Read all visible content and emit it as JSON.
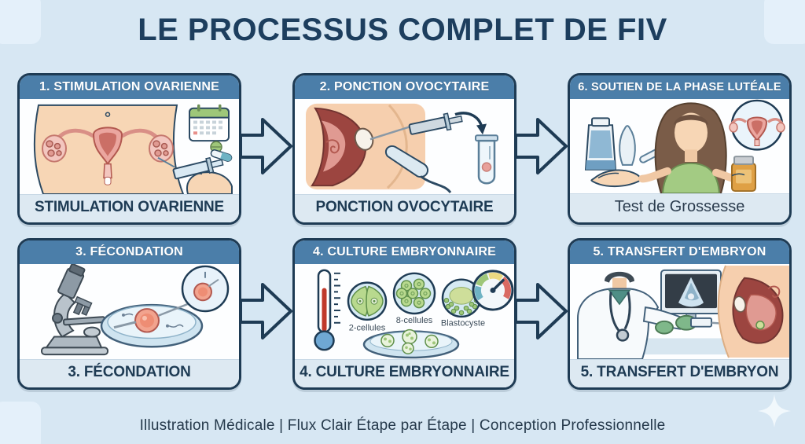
{
  "page": {
    "title": "LE PROCESSUS COMPLET DE FIV",
    "footer": "Illustration Médicale  |  Flux Clair Étape par Étape  |  Conception Professionnelle"
  },
  "colors": {
    "background": "#d7e7f3",
    "panel_header": "#4b7ea9",
    "panel_border": "#1e3b54",
    "caption_bg": "#dde9f2",
    "title_text": "#1d3e5e",
    "arrow_fill": "#d6e7f3"
  },
  "panels": [
    {
      "id": "stimulation",
      "header": "1. STIMULATION OVARIENNE",
      "caption": "STIMULATION OVARIENNE"
    },
    {
      "id": "ponction",
      "header": "2. PONCTION OVOCYTAIRE",
      "caption": "PONCTION OVOCYTAIRE"
    },
    {
      "id": "soutien",
      "header": "6. SOUTIEN DE LA PHASE LUTÉALE",
      "caption": "Test de Grossesse"
    },
    {
      "id": "fecondation",
      "header": "3. FÉCONDATION",
      "caption": "3. FÉCONDATION"
    },
    {
      "id": "culture",
      "header": "4. CULTURE EMBRYONNAIRE",
      "caption": "4. CULTURE EMBRYONNAIRE",
      "stages": [
        "2-cellules",
        "8-cellules",
        "Blastocyste"
      ]
    },
    {
      "id": "transfert",
      "header": "5. TRANSFERT D'EMBRYON",
      "caption": "5. TRANSFERT D'EMBRYON"
    }
  ]
}
